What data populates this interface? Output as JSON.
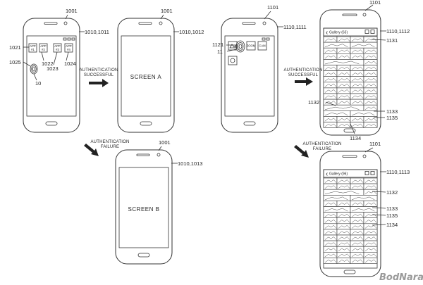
{
  "labels": {
    "auth_ok": [
      "AUTHENTICATION",
      "SUCCESSFUL"
    ],
    "auth_fail": [
      "AUTHENTICATION",
      "FAILURE"
    ],
    "screen_a": "SCREEN A",
    "screen_b": "SCREEN B"
  },
  "refs": {
    "r1001a": "1001",
    "r1001b": "1001",
    "r1001c": "1001",
    "r1010_1011": "1010,1011",
    "r1010_1012": "1010,1012",
    "r1010_1013": "1010,1013",
    "r1021": "1021",
    "r1025": "1025",
    "r1022": "1022",
    "r1023": "1023",
    "r1024": "1024",
    "r10": "10",
    "r1101a": "1101",
    "r1101b": "1101",
    "r1101c": "1101",
    "r1110_1111": "1110,1111",
    "r1110_1112": "1110,1112",
    "r1110_1113": "1110,1113",
    "r1121": "1121",
    "r11": "11",
    "r1131": "1131",
    "r1132a": "1132",
    "r1133a": "1133",
    "r1135a": "1135",
    "r1134a": "1134",
    "r1132b": "1132",
    "r1133b": "1133",
    "r1135b": "1135",
    "r1134b": "1134"
  },
  "apps": [
    "APP #1",
    "APP #2",
    "APP #3",
    "APP #4"
  ],
  "gallery": {
    "title_full": "Gallery (63)",
    "title_filtered": "Gallery (96)"
  },
  "mini_icons": [
    "ZOOM",
    "CAM"
  ],
  "watermark": "BodNara"
}
